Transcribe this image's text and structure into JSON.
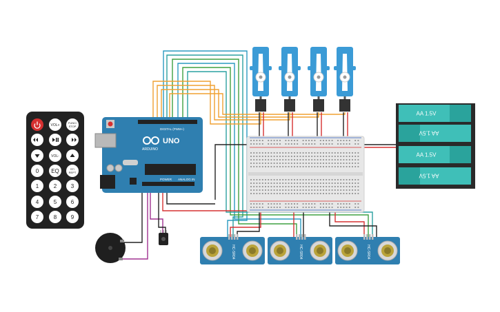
{
  "remote": {
    "buttons": [
      [
        "power-icon",
        "VOL+",
        "FUNC/\nSTOP"
      ],
      [
        "rewind-icon",
        "play-pause-icon",
        "fast-forward-icon"
      ],
      [
        "down-icon",
        "VOL-",
        "up-icon"
      ],
      [
        "0",
        "EQ",
        "ST/\nREPT"
      ],
      [
        "1",
        "2",
        "3"
      ],
      [
        "4",
        "5",
        "6"
      ],
      [
        "7",
        "8",
        "9"
      ]
    ],
    "vol_plus": "VOL+",
    "vol_minus": "VOL-",
    "func_stop_1": "FUNC/",
    "func_stop_2": "STOP",
    "eq": "EQ",
    "st_rept_1": "ST/",
    "st_rept_2": "REPT",
    "digits": [
      "0",
      "1",
      "2",
      "3",
      "4",
      "5",
      "6",
      "7",
      "8",
      "9"
    ]
  },
  "arduino": {
    "model": "UNO",
    "brand": "ARDUINO",
    "digital_label": "DIGITAL (PWM~)",
    "power_label": "POWER",
    "analog_label": "ANALOG IN"
  },
  "battery": {
    "cells": [
      "AA 1.5V",
      "AA 1.5V",
      "AA 1.5V",
      "AA 1.5V"
    ]
  },
  "sensors": {
    "label": "HC-SR04",
    "count": 3
  },
  "colors": {
    "arduino_blue": "#2f7fb0",
    "servo_blue": "#3b9bd6",
    "battery_teal": "#3fbfb8",
    "wire_orange": "#f0a030",
    "wire_red": "#d63030",
    "wire_green": "#3fa040",
    "wire_teal": "#30a0b0",
    "wire_purple": "#a03090",
    "wire_black": "#222222"
  }
}
